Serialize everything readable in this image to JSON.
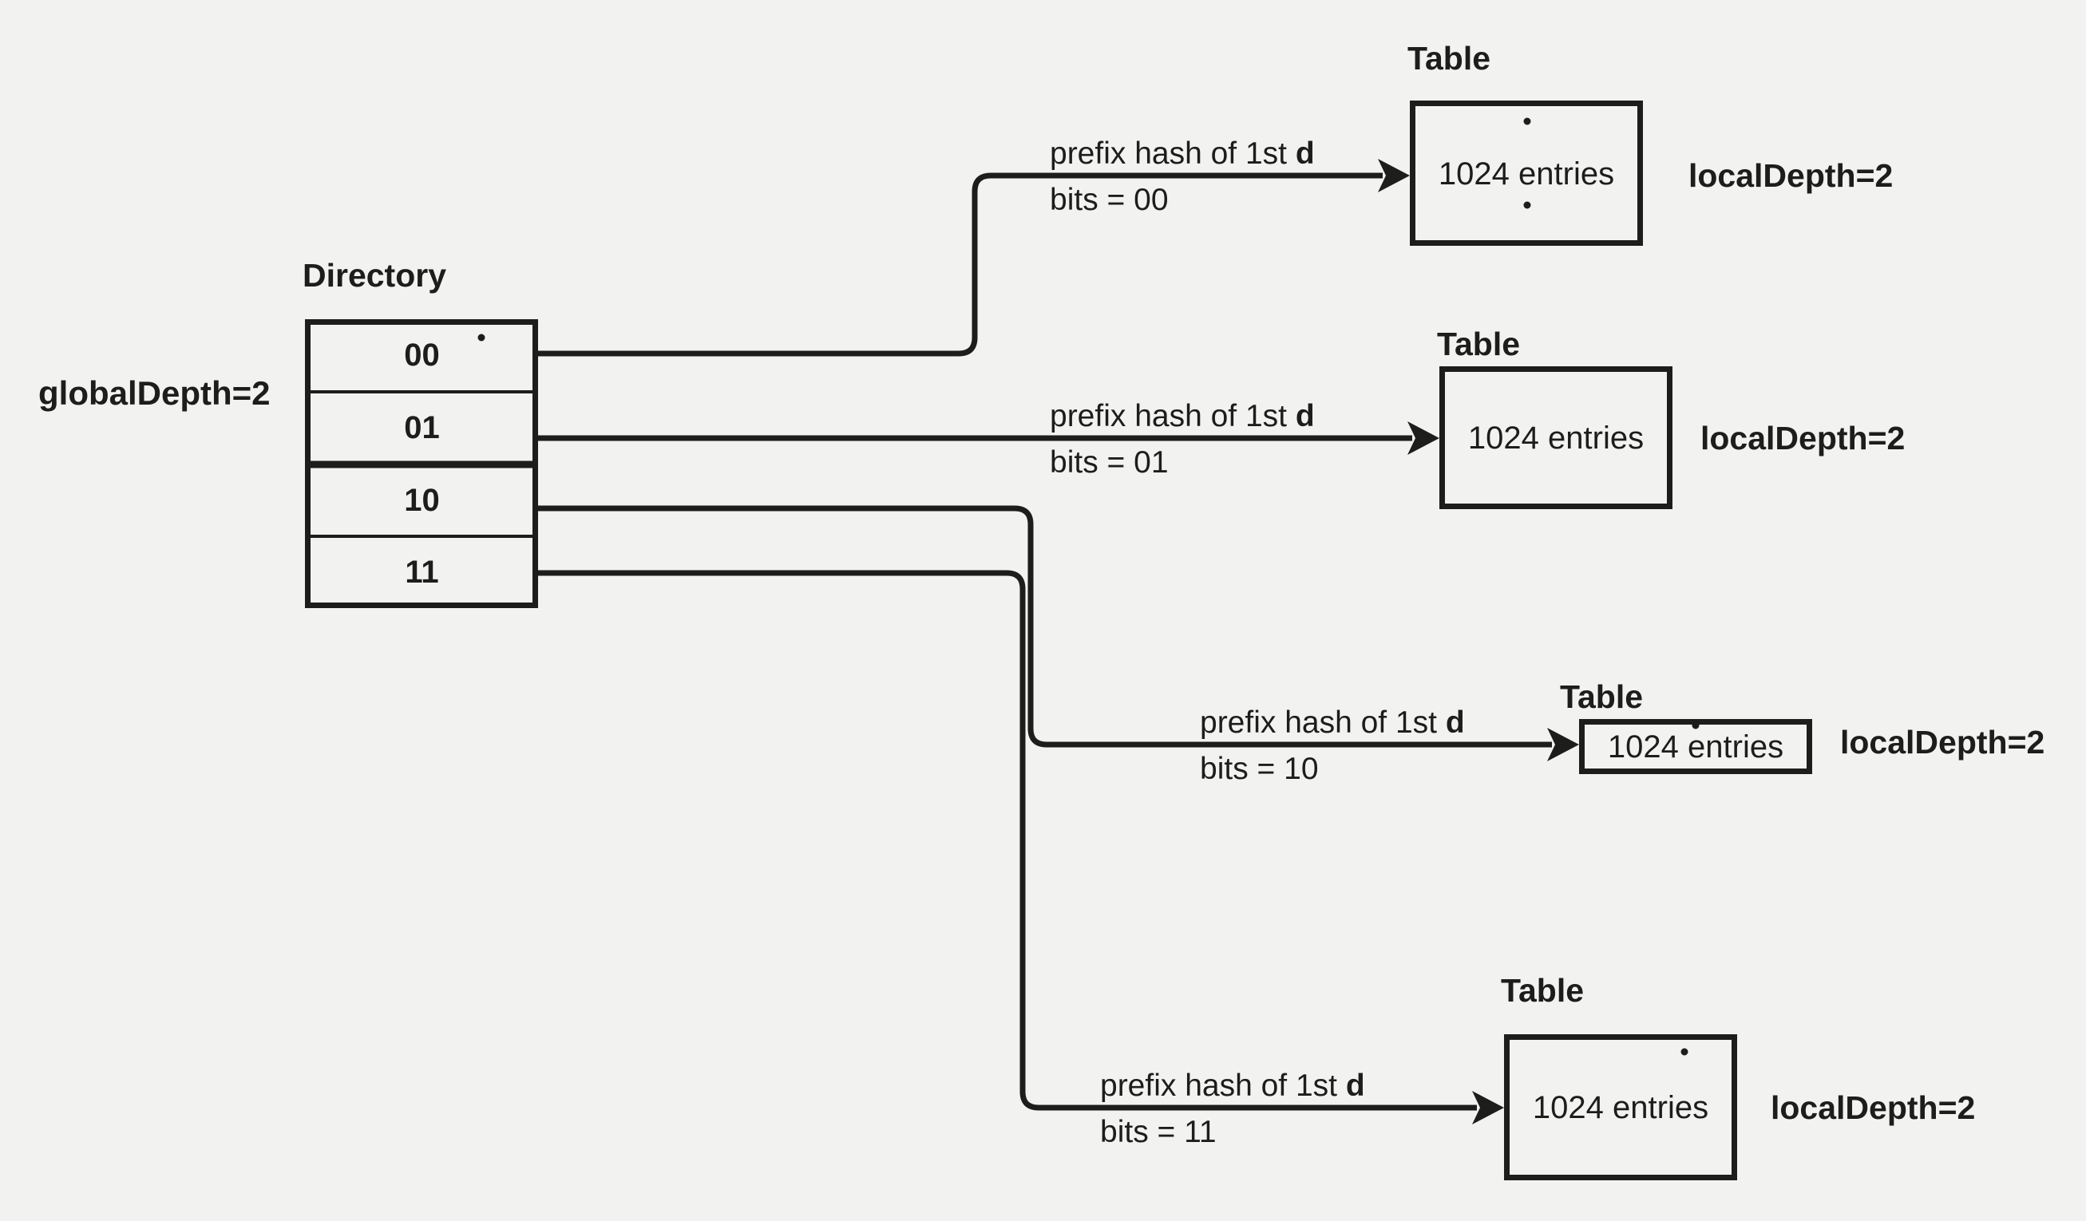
{
  "colors": {
    "background": "#f2f2f0",
    "ink": "#1d1d1b"
  },
  "directory": {
    "title": "Directory",
    "global_depth_label": "globalDepth=2",
    "cells": [
      "00",
      "01",
      "10",
      "11"
    ]
  },
  "arrows": [
    {
      "prefix_label": "prefix hash of 1st ",
      "prefix_bold": "d",
      "bits_label": "bits = 00"
    },
    {
      "prefix_label": "prefix hash of 1st ",
      "prefix_bold": "d",
      "bits_label": "bits = 01"
    },
    {
      "prefix_label": "prefix hash of 1st ",
      "prefix_bold": "d",
      "bits_label": "bits = 10"
    },
    {
      "prefix_label": "prefix hash of 1st ",
      "prefix_bold": "d",
      "bits_label": "bits = 11"
    }
  ],
  "tables": [
    {
      "title": "Table",
      "entries_label": "1024 entries",
      "local_depth_label": "localDepth=2"
    },
    {
      "title": "Table",
      "entries_label": "1024 entries",
      "local_depth_label": "localDepth=2"
    },
    {
      "title": "Table",
      "entries_label": "1024 entries",
      "local_depth_label": "localDepth=2"
    },
    {
      "title": "Table",
      "entries_label": "1024 entries",
      "local_depth_label": "localDepth=2"
    }
  ]
}
